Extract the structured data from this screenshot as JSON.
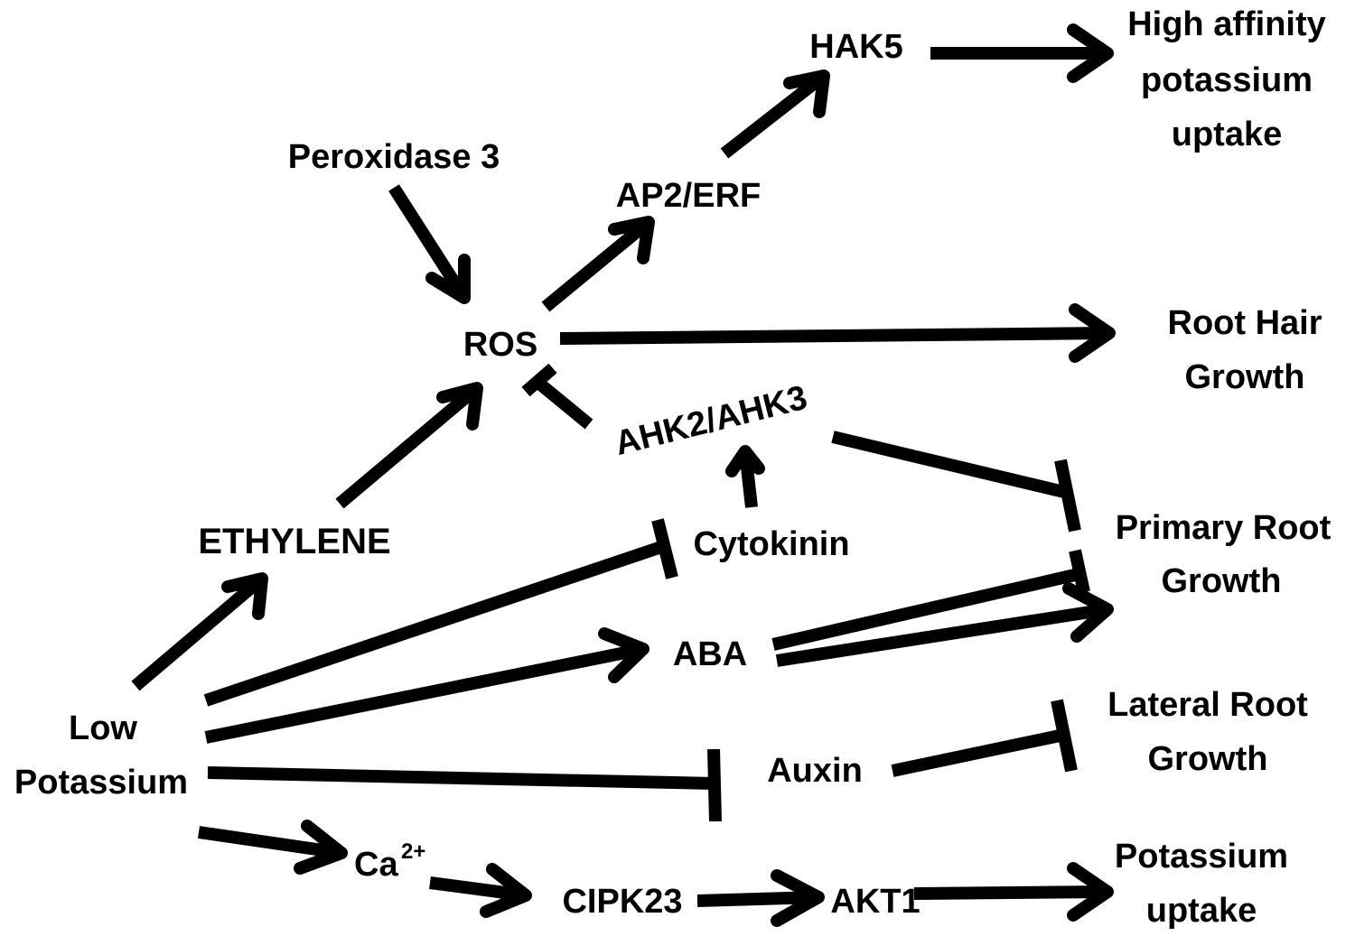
{
  "nodes": {
    "hak5": "HAK5",
    "high_affinity_1": "High affinity",
    "high_affinity_2": "potassium",
    "high_affinity_3": "uptake",
    "peroxidase3": "Peroxidase 3",
    "ap2_erf": "AP2/ERF",
    "ros": "ROS",
    "root_hair_1": "Root Hair",
    "root_hair_2": "Growth",
    "ahk": "AHK2/AHK3",
    "ethylene": "ETHYLENE",
    "cytokinin": "Cytokinin",
    "primary_root_1": "Primary Root",
    "primary_root_2": "Growth",
    "aba": "ABA",
    "lateral_root_1": "Lateral Root",
    "lateral_root_2": "Growth",
    "low_k_1": "Low",
    "low_k_2": "Potassium",
    "auxin": "Auxin",
    "ca_base": "Ca",
    "ca_sup": "2+",
    "cipk23": "CIPK23",
    "akt1": "AKT1",
    "k_uptake_1": "Potassium",
    "k_uptake_2": "uptake"
  },
  "edges": [
    {
      "from": "Low Potassium",
      "to": "ETHYLENE",
      "type": "activates"
    },
    {
      "from": "ETHYLENE",
      "to": "ROS",
      "type": "activates"
    },
    {
      "from": "Peroxidase 3",
      "to": "ROS",
      "type": "activates"
    },
    {
      "from": "ROS",
      "to": "AP2/ERF",
      "type": "activates"
    },
    {
      "from": "AP2/ERF",
      "to": "HAK5",
      "type": "activates"
    },
    {
      "from": "HAK5",
      "to": "High affinity potassium uptake",
      "type": "activates"
    },
    {
      "from": "ROS",
      "to": "Root Hair Growth",
      "type": "activates"
    },
    {
      "from": "AHK2/AHK3",
      "to": "ROS",
      "type": "inhibits"
    },
    {
      "from": "Cytokinin",
      "to": "AHK2/AHK3",
      "type": "activates"
    },
    {
      "from": "AHK2/AHK3",
      "to": "Primary Root Growth",
      "type": "inhibits"
    },
    {
      "from": "Low Potassium",
      "to": "Cytokinin",
      "type": "inhibits"
    },
    {
      "from": "Low Potassium",
      "to": "ABA",
      "type": "activates"
    },
    {
      "from": "ABA",
      "to": "Primary Root Growth",
      "type": "inhibits"
    },
    {
      "from": "ABA",
      "to": "Primary Root Growth",
      "type": "activates"
    },
    {
      "from": "Low Potassium",
      "to": "Auxin",
      "type": "inhibits"
    },
    {
      "from": "Auxin",
      "to": "Lateral Root Growth",
      "type": "inhibits"
    },
    {
      "from": "Low Potassium",
      "to": "Ca2+",
      "type": "activates"
    },
    {
      "from": "Ca2+",
      "to": "CIPK23",
      "type": "activates"
    },
    {
      "from": "CIPK23",
      "to": "AKT1",
      "type": "activates"
    },
    {
      "from": "AKT1",
      "to": "Potassium uptake",
      "type": "activates"
    }
  ]
}
